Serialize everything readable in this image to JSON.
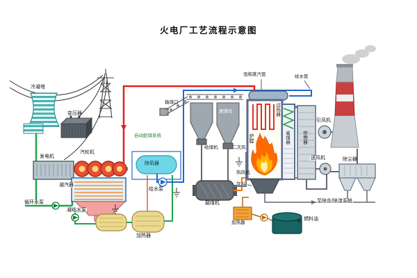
{
  "title": "火电厂工艺流程示意图",
  "labels": {
    "cooling_tower": "冷凝塔",
    "transformer": "变压器",
    "generator": "发电机",
    "steam_turbine": "汽轮机",
    "condenser": "凝汽器",
    "circulating_water_pump": "循环水泵",
    "condensate_pump": "凝结水泵",
    "lp_heater": "加热器",
    "deaerator": "除氧器",
    "feed_water_pump": "给水泵",
    "coal_blending_system": "自动配煤系统",
    "coal_inlet": "输煤口",
    "raw_coal_bunker": "原煤仓",
    "coal_feeder": "给煤机",
    "secondary_air": "二次风",
    "coal_mill": "磨煤机",
    "hot_air_fan": "热风机",
    "ash_hopper": "灰斗",
    "fuel_heater": "加热器",
    "fuel_oil": "燃料油",
    "saturated_steam_pipe": "饱和蒸汽管",
    "feed_water_pipe": "给水管",
    "superheater": "过热器",
    "furnace": "炉膛",
    "economizer": "省煤器",
    "air_preheater": "空预器",
    "induced_draft_fan": "引风机",
    "forced_draft_fan": "送风机",
    "dust_collector": "除尘器",
    "ash_slag_removal": "至除灰/除渣系统"
  },
  "colors": {
    "steam_pipe": "#e02020",
    "water_pipe": "#1fa34a",
    "feedwater_pipe": "#2266cc",
    "hot_air_pipe": "#f07818",
    "flame_outer": "#ff6a00",
    "flame_inner": "#ffb300",
    "chimney_red": "#c94040",
    "condenser_tube": "#ff8833",
    "heater_fill": "#ead98f",
    "deaerator_fill": "#6fd6e8",
    "fuel_tank": "#186464",
    "coal_system_text": "#1e8a2e"
  }
}
